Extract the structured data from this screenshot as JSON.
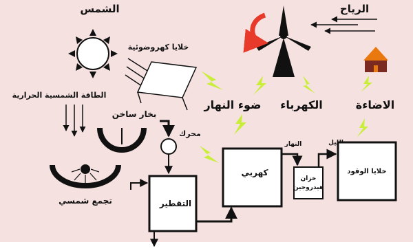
{
  "labels": {
    "sun": "الشمس",
    "wind": "الرياح",
    "photovoltaic_cells": "خلايا كهروضوئية",
    "solar_thermal": "الطاقة الشمسية الحرارية",
    "hot_steam": "بخار ساخن",
    "engine": "محرك",
    "daylight": "ضوء النهار",
    "electricity": "الكهرباء",
    "lighting": "الاضاءة",
    "solar_collector": "تجمع شمسي",
    "distillation": "التقطير",
    "electrolysis": "كهربي",
    "daytime": "النهار",
    "night": "الليل",
    "hydrogen_tank_line1": "خزان",
    "hydrogen_tank_line2": "هيدروجين",
    "fuel_cells": "خلايا الوقود"
  },
  "colors": {
    "background": "#f6e1e1",
    "lightning": "#c9ee3a",
    "rotation_arrow": "#e83a2a",
    "house_roof": "#e9780e",
    "house_body": "#7b2a22",
    "ink": "#111111"
  }
}
